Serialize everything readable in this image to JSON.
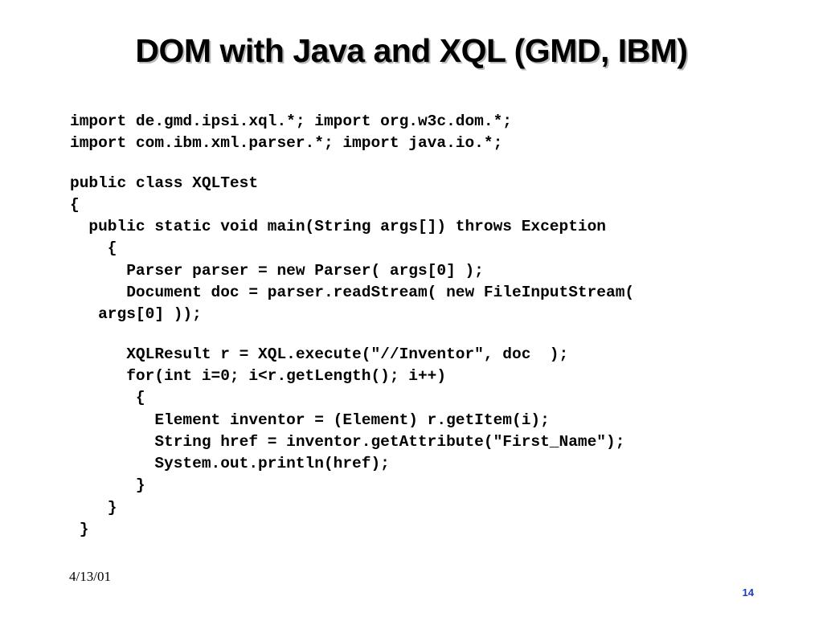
{
  "slide": {
    "title": "DOM with Java and XQL (GMD, IBM)",
    "date": "4/13/01",
    "number": "14",
    "number_color": "#1d3bbf"
  },
  "code": [
    "import de.gmd.ipsi.xql.*; import org.w3c.dom.*;",
    "import com.ibm.xml.parser.*; import java.io.*;",
    "",
    "public class XQLTest",
    "{",
    "  public static void main(String args[]) throws Exception",
    "    {",
    "      Parser parser = new Parser( args[0] );",
    "      Document doc = parser.readStream( new FileInputStream(",
    "   args[0] ));",
    "",
    "      XQLResult r = XQL.execute(\"//Inventor\", doc  );",
    "      for(int i=0; i<r.getLength(); i++)",
    "       {",
    "         Element inventor = (Element) r.getItem(i);",
    "         String href = inventor.getAttribute(\"First_Name\");",
    "         System.out.println(href);",
    "       }",
    "    }",
    " }"
  ]
}
